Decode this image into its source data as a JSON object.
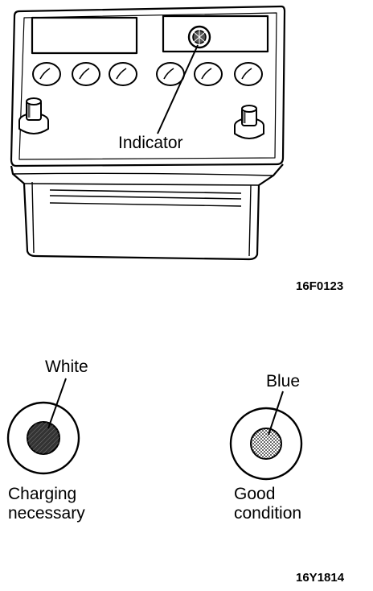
{
  "battery_figure": {
    "indicator_label": "Indicator",
    "figure_code": "16F0123"
  },
  "indicator_states": {
    "white": {
      "color_label": "White",
      "status_line1": "Charging",
      "status_line2": "necessary"
    },
    "blue": {
      "color_label": "Blue",
      "status_line1": "Good",
      "status_line2": "condition"
    },
    "figure_code": "16Y1814"
  }
}
